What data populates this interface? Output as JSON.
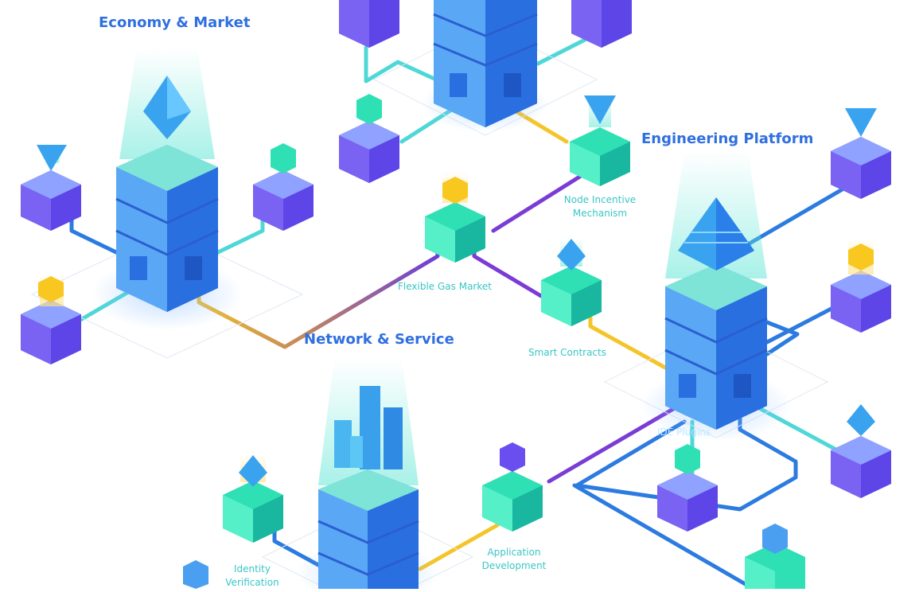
{
  "colors": {
    "blue_tower": "#3f8ff0",
    "blue_tower_dark": "#2a6fe0",
    "purple_cube": "#5d45e8",
    "purple_cube_dark": "#4226c8",
    "teal_cube": "#2fe0b5",
    "teal_cube_dark": "#19b6a0",
    "line_yellow": "#f4c52a",
    "line_purple": "#7b3cd6",
    "line_blue": "#2c7be0",
    "line_teal": "#4fd7d7",
    "gem_gold": "#f8c820"
  },
  "hubs": {
    "economy": {
      "title": "Economy & Market"
    },
    "engineering": {
      "title": "Engineering Platform"
    },
    "network": {
      "title": "Network & Service"
    }
  },
  "features": {
    "node_incentive": "Node Incentive Mechanism",
    "flexible_gas": "Flexible Gas Market",
    "smart_contracts": "Smart Contracts",
    "ide_plugins": "IDE Plugins",
    "application_development": "Application Development",
    "identity_verification": "Identity Verification"
  }
}
